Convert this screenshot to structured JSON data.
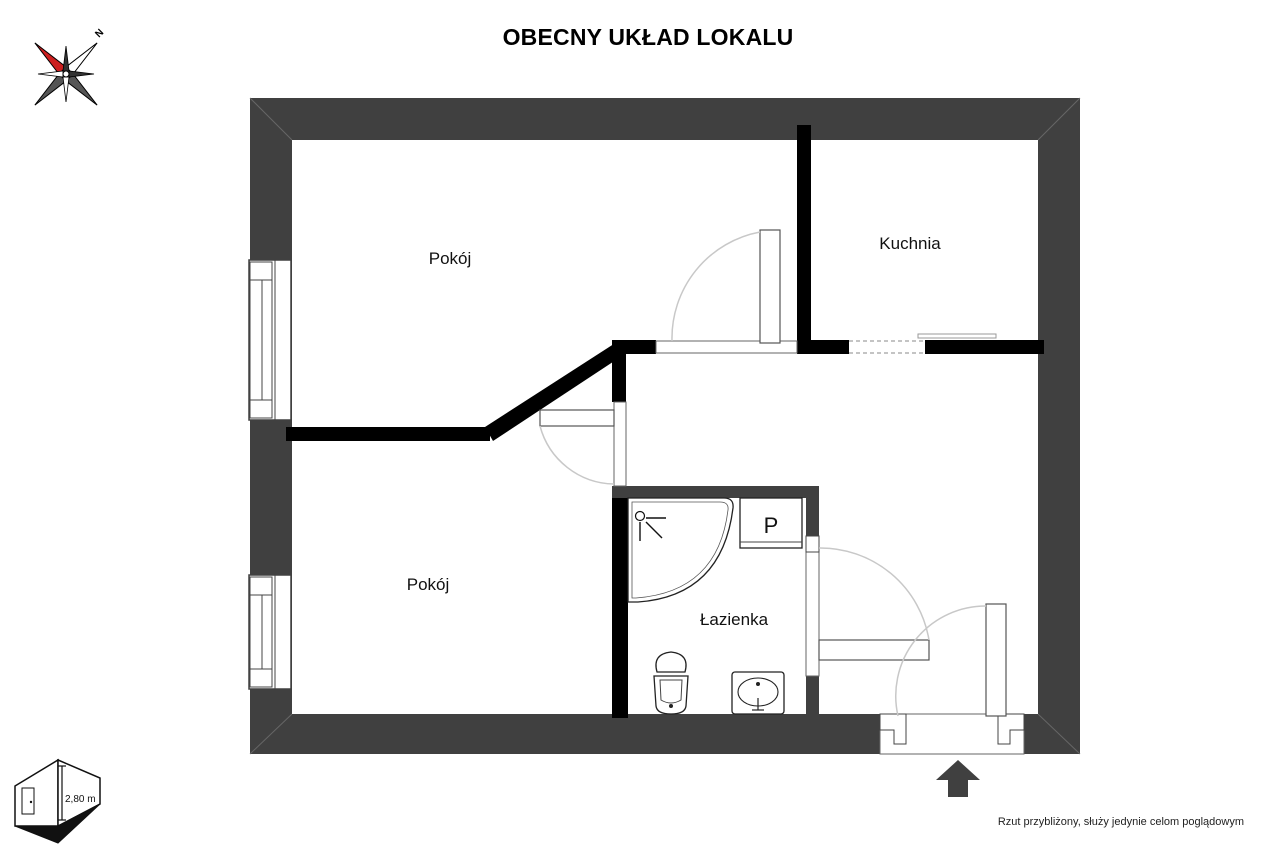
{
  "title": "OBECNY UKŁAD LOKALU",
  "rooms": {
    "pokoj_top": "Pokój",
    "pokoj_bottom": "Pokój",
    "kuchnia": "Kuchnia",
    "lazienka": "Łazienka"
  },
  "fixtures": {
    "boiler_label": "P"
  },
  "compass": {
    "north_letter": "N"
  },
  "height_icon": {
    "label": "2,80 m"
  },
  "footer_note": "Rzut przybliżony, służy jedynie celom poglądowym",
  "colors": {
    "outer_wall": "#404040",
    "inner_wall": "#000000",
    "door_swing": "#c8c8c8",
    "compass_accent": "#cc1f1f"
  },
  "icons": [
    "compass-rose-icon",
    "ceiling-height-icon",
    "entrance-arrow-icon",
    "shower-icon",
    "toilet-icon",
    "sink-icon"
  ]
}
